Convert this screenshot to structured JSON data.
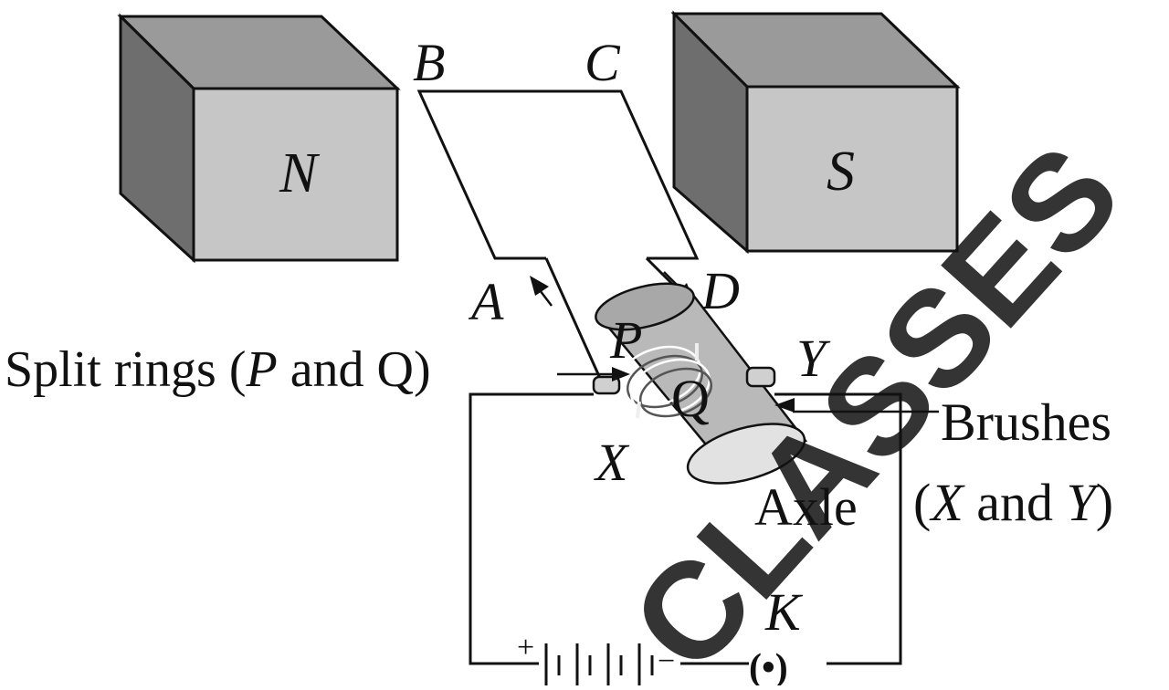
{
  "magnets": {
    "north": {
      "label": "N"
    },
    "south": {
      "label": "S"
    }
  },
  "coil": {
    "corner_a": "A",
    "corner_b": "B",
    "corner_c": "C",
    "corner_d": "D"
  },
  "commutator": {
    "ring_p": "P",
    "ring_q": "Q"
  },
  "labels": {
    "split_rings_prefix": "Split rings (",
    "split_rings_p": "P",
    "split_rings_and": " and ",
    "split_rings_q": "Q",
    "split_rings_suffix": ")",
    "brush_x": "X",
    "brush_y": "Y",
    "brushes_line1": "Brushes",
    "brushes_line2_open": "(",
    "brushes_line2_x": "X",
    "brushes_line2_and": " and ",
    "brushes_line2_y": "Y",
    "brushes_line2_close": ")",
    "axle": "Axle",
    "key": "K",
    "battery_plus": "+",
    "battery_minus": "−",
    "key_symbol": "(•)"
  },
  "watermark": {
    "text": "CLASSES",
    "color": "#2f4fd6"
  },
  "colors": {
    "magnet_face": "#c6c6c6",
    "magnet_top": "#9a9a9a",
    "magnet_side": "#6e6e6e",
    "axle": "#b9b9b9",
    "line": "#111111"
  }
}
